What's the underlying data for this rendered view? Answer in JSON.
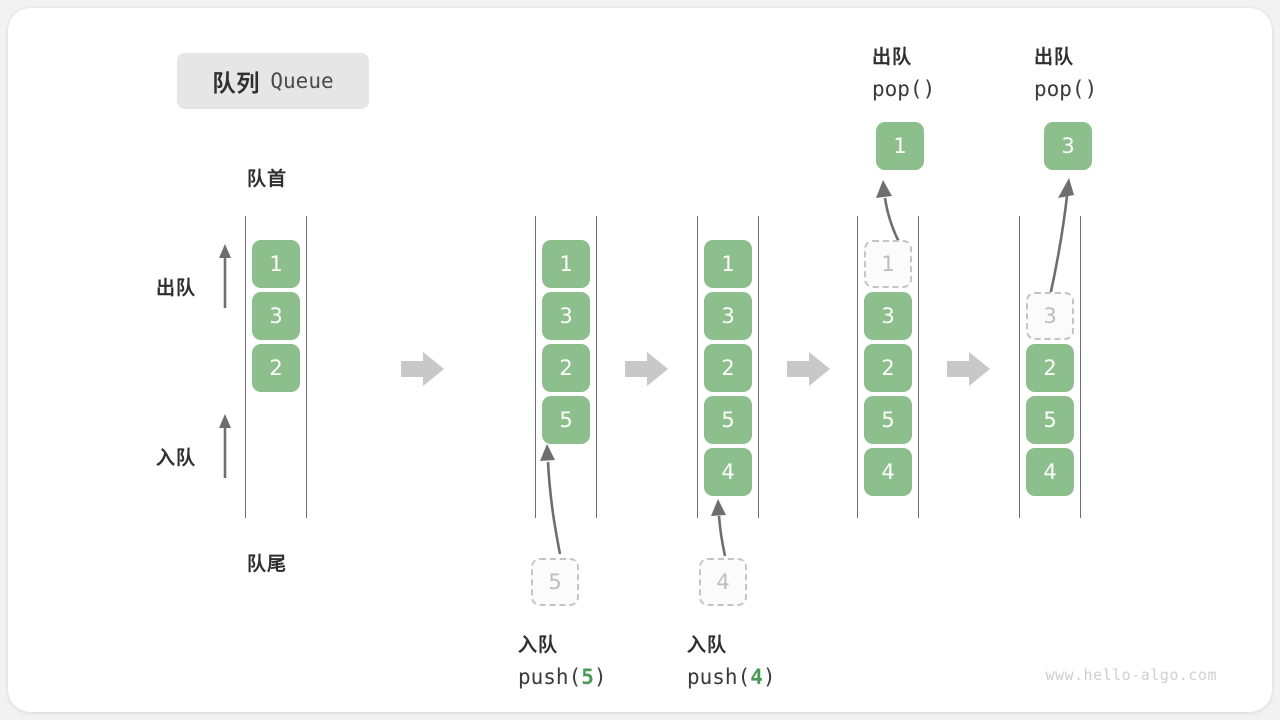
{
  "title": {
    "cn": "队列",
    "en": "Queue"
  },
  "axis_labels": {
    "head": "队首",
    "tail": "队尾",
    "dequeue": "出队",
    "enqueue": "入队"
  },
  "watermark": "www.hello-algo.com",
  "colors": {
    "cell_fill": "#8cbf8c",
    "cell_text": "#ffffff",
    "ghost_border": "#c4c4c4",
    "ghost_text": "#bdbdbd",
    "rail": "#6e6e6e",
    "accent_number": "#4a9b57",
    "separator_arrow": "#c8c8c8",
    "badge_bg": "#e6e6e6",
    "card_bg": "#ffffff",
    "page_bg": "#f2f2f2"
  },
  "steps": [
    {
      "id": "initial",
      "cells": [
        "1",
        "3",
        "2"
      ],
      "ghost_index": null,
      "ghost_value": null,
      "operation": null,
      "op_cn": null,
      "op_call_prefix": null,
      "op_call_value": null,
      "op_call_suffix": null,
      "floating_cell": null,
      "pending_cell": null
    },
    {
      "id": "push-5",
      "cells": [
        "1",
        "3",
        "2",
        "5"
      ],
      "ghost_index": null,
      "ghost_value": null,
      "operation": "push",
      "op_cn": "入队",
      "op_call_prefix": "push(",
      "op_call_value": "5",
      "op_call_suffix": ")",
      "floating_cell": null,
      "pending_cell": "5"
    },
    {
      "id": "push-4",
      "cells": [
        "1",
        "3",
        "2",
        "5",
        "4"
      ],
      "ghost_index": null,
      "ghost_value": null,
      "operation": "push",
      "op_cn": "入队",
      "op_call_prefix": "push(",
      "op_call_value": "4",
      "op_call_suffix": ")",
      "floating_cell": null,
      "pending_cell": "4"
    },
    {
      "id": "pop-1",
      "cells": [
        "3",
        "2",
        "5",
        "4"
      ],
      "ghost_index": 0,
      "ghost_value": "1",
      "operation": "pop",
      "op_cn": "出队",
      "op_call_prefix": "pop(",
      "op_call_value": "",
      "op_call_suffix": ")",
      "floating_cell": "1",
      "pending_cell": null
    },
    {
      "id": "pop-3",
      "cells": [
        "2",
        "5",
        "4"
      ],
      "ghost_index": 1,
      "ghost_value": "3",
      "operation": "pop",
      "op_cn": "出队",
      "op_call_prefix": "pop(",
      "op_call_value": "",
      "op_call_suffix": ")",
      "floating_cell": "3",
      "pending_cell": null
    }
  ],
  "step_labels": {
    "pop_top_1_cn": "出队",
    "pop_top_1_call": "pop()",
    "pop_top_2_cn": "出队",
    "pop_top_2_call": "pop()",
    "push_bottom_1_cn": "入队",
    "push_bottom_2_cn": "入队"
  }
}
